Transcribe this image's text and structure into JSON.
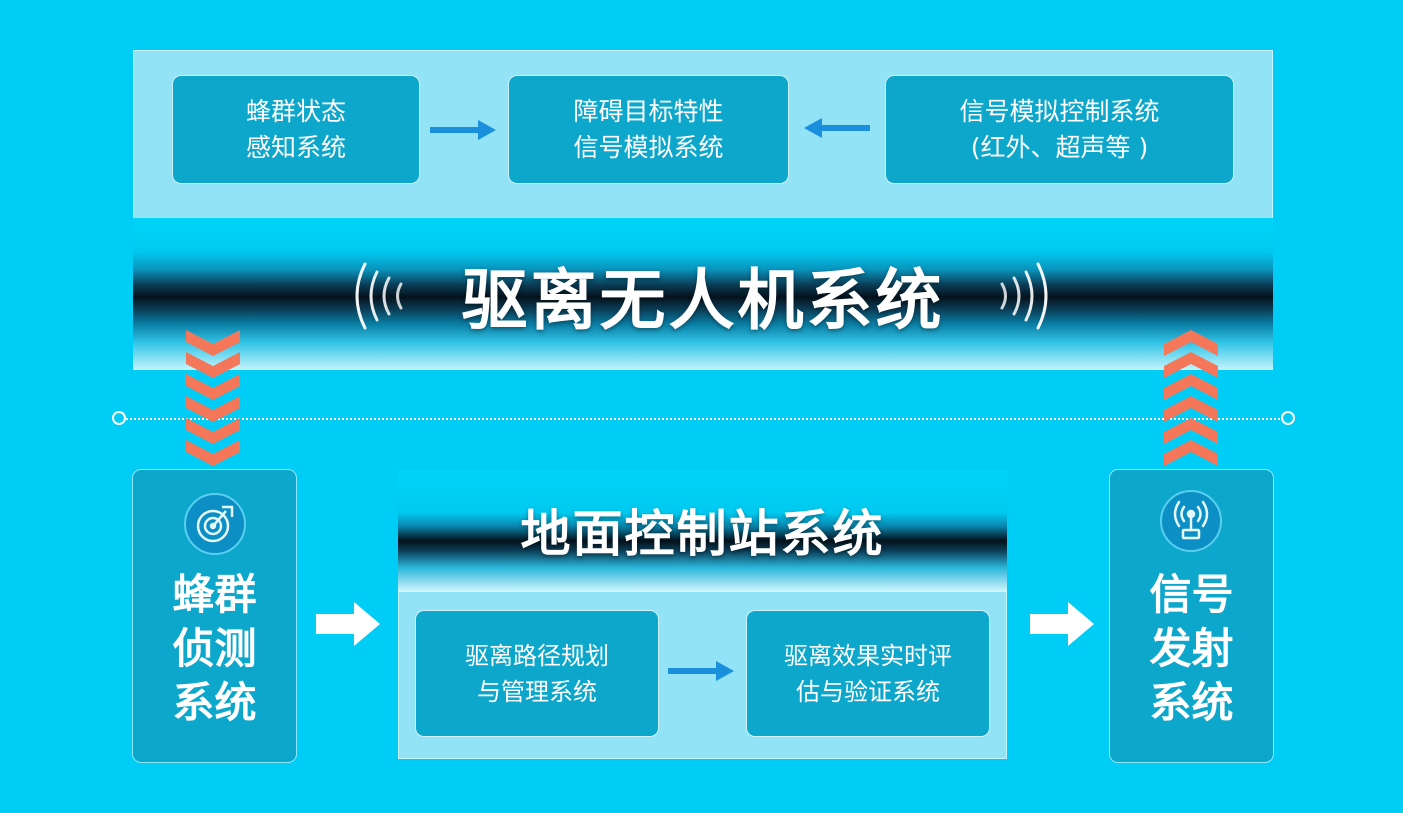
{
  "drone_system": {
    "title": "驱离无人机系统",
    "modules": [
      {
        "line1": "蜂群状态",
        "line2": "感知系统"
      },
      {
        "line1": "障碍目标特性",
        "line2": "信号模拟系统"
      },
      {
        "line1": "信号模拟控制系统",
        "line2": "(红外、超声等 )"
      }
    ]
  },
  "detection": {
    "line1": "蜂群",
    "line2": "侦测",
    "line3": "系统",
    "icon": "radar-icon"
  },
  "signal": {
    "line1": "信号",
    "line2": "发射",
    "line3": "系统",
    "icon": "antenna-icon"
  },
  "ground_station": {
    "title": "地面控制站系统",
    "modules": [
      {
        "line1": "驱离路径规划",
        "line2": "与管理系统"
      },
      {
        "line1": "驱离效果实时评",
        "line2": "估与验证系统"
      }
    ]
  },
  "colors": {
    "background": "#00cdf5",
    "panel": "#92e3f6",
    "module": "#0ea7cc",
    "chevron": "#f4775a",
    "flow_arrow": "#1a8fdc"
  }
}
